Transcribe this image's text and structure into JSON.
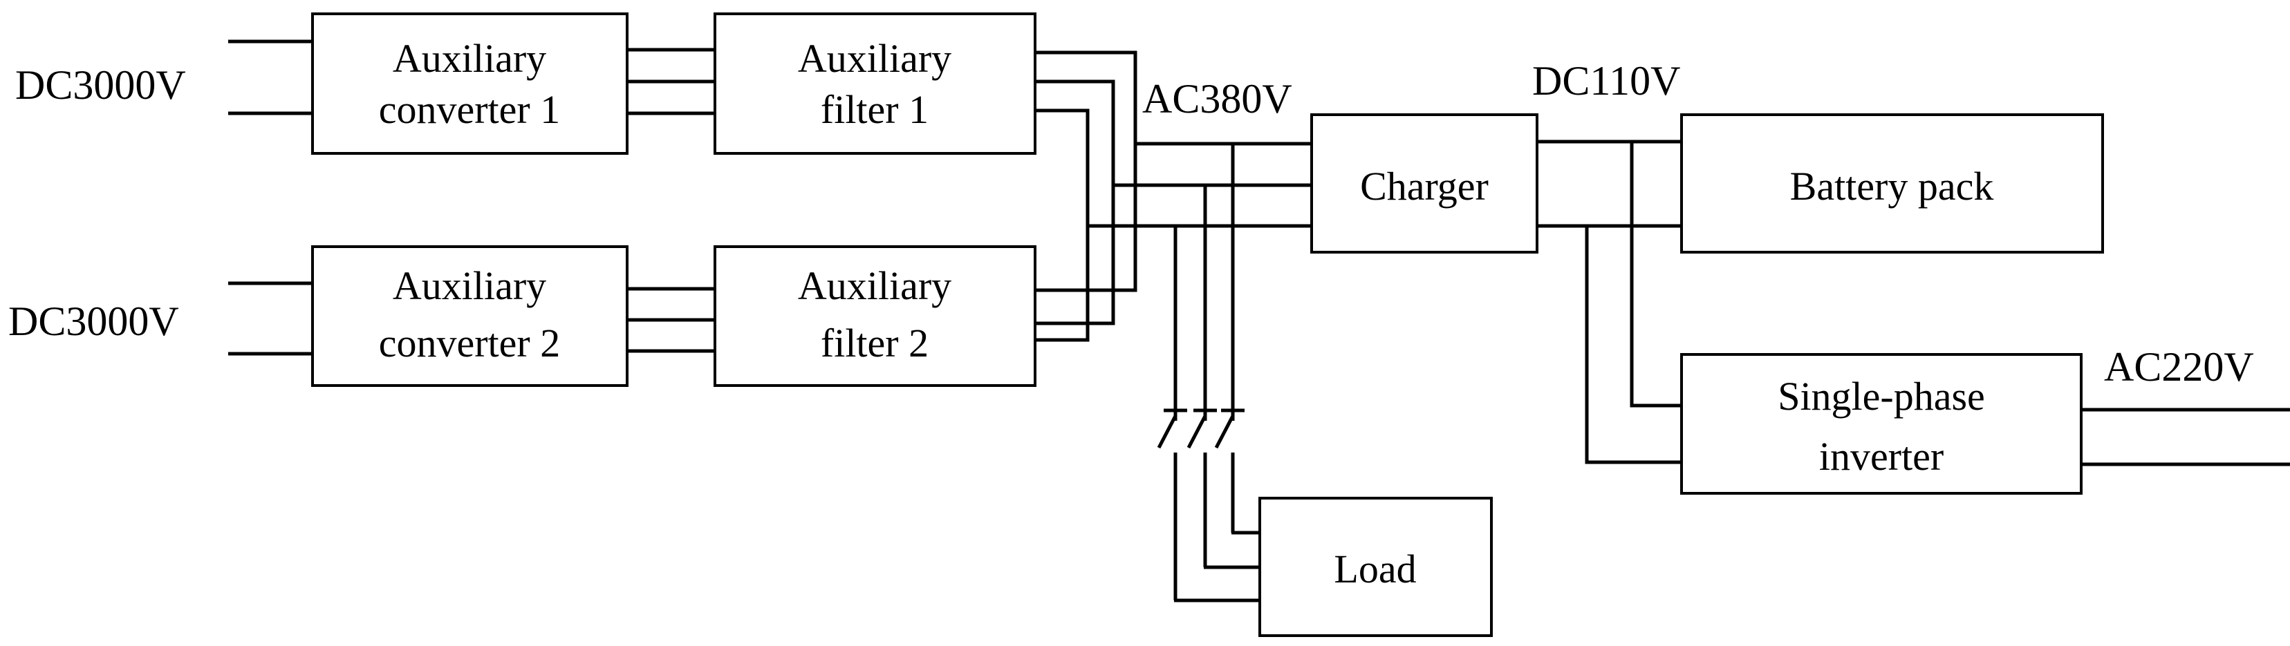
{
  "inputs": {
    "dc_input_1": "DC3000V",
    "dc_input_2": "DC3000V"
  },
  "blocks": {
    "aux_converter_1": [
      "Auxiliary",
      "converter 1"
    ],
    "aux_filter_1": [
      "Auxiliary",
      "filter 1"
    ],
    "aux_converter_2": [
      "Auxiliary",
      "converter 2"
    ],
    "aux_filter_2": [
      "Auxiliary",
      "filter 2"
    ],
    "charger": [
      "Charger"
    ],
    "battery_pack": [
      "Battery pack"
    ],
    "single_phase_inverter": [
      "Single-phase",
      "inverter"
    ],
    "load": [
      "Load"
    ]
  },
  "buses": {
    "ac_bus": "AC380V",
    "dc_bus": "DC110V",
    "ac_output": "AC220V"
  }
}
